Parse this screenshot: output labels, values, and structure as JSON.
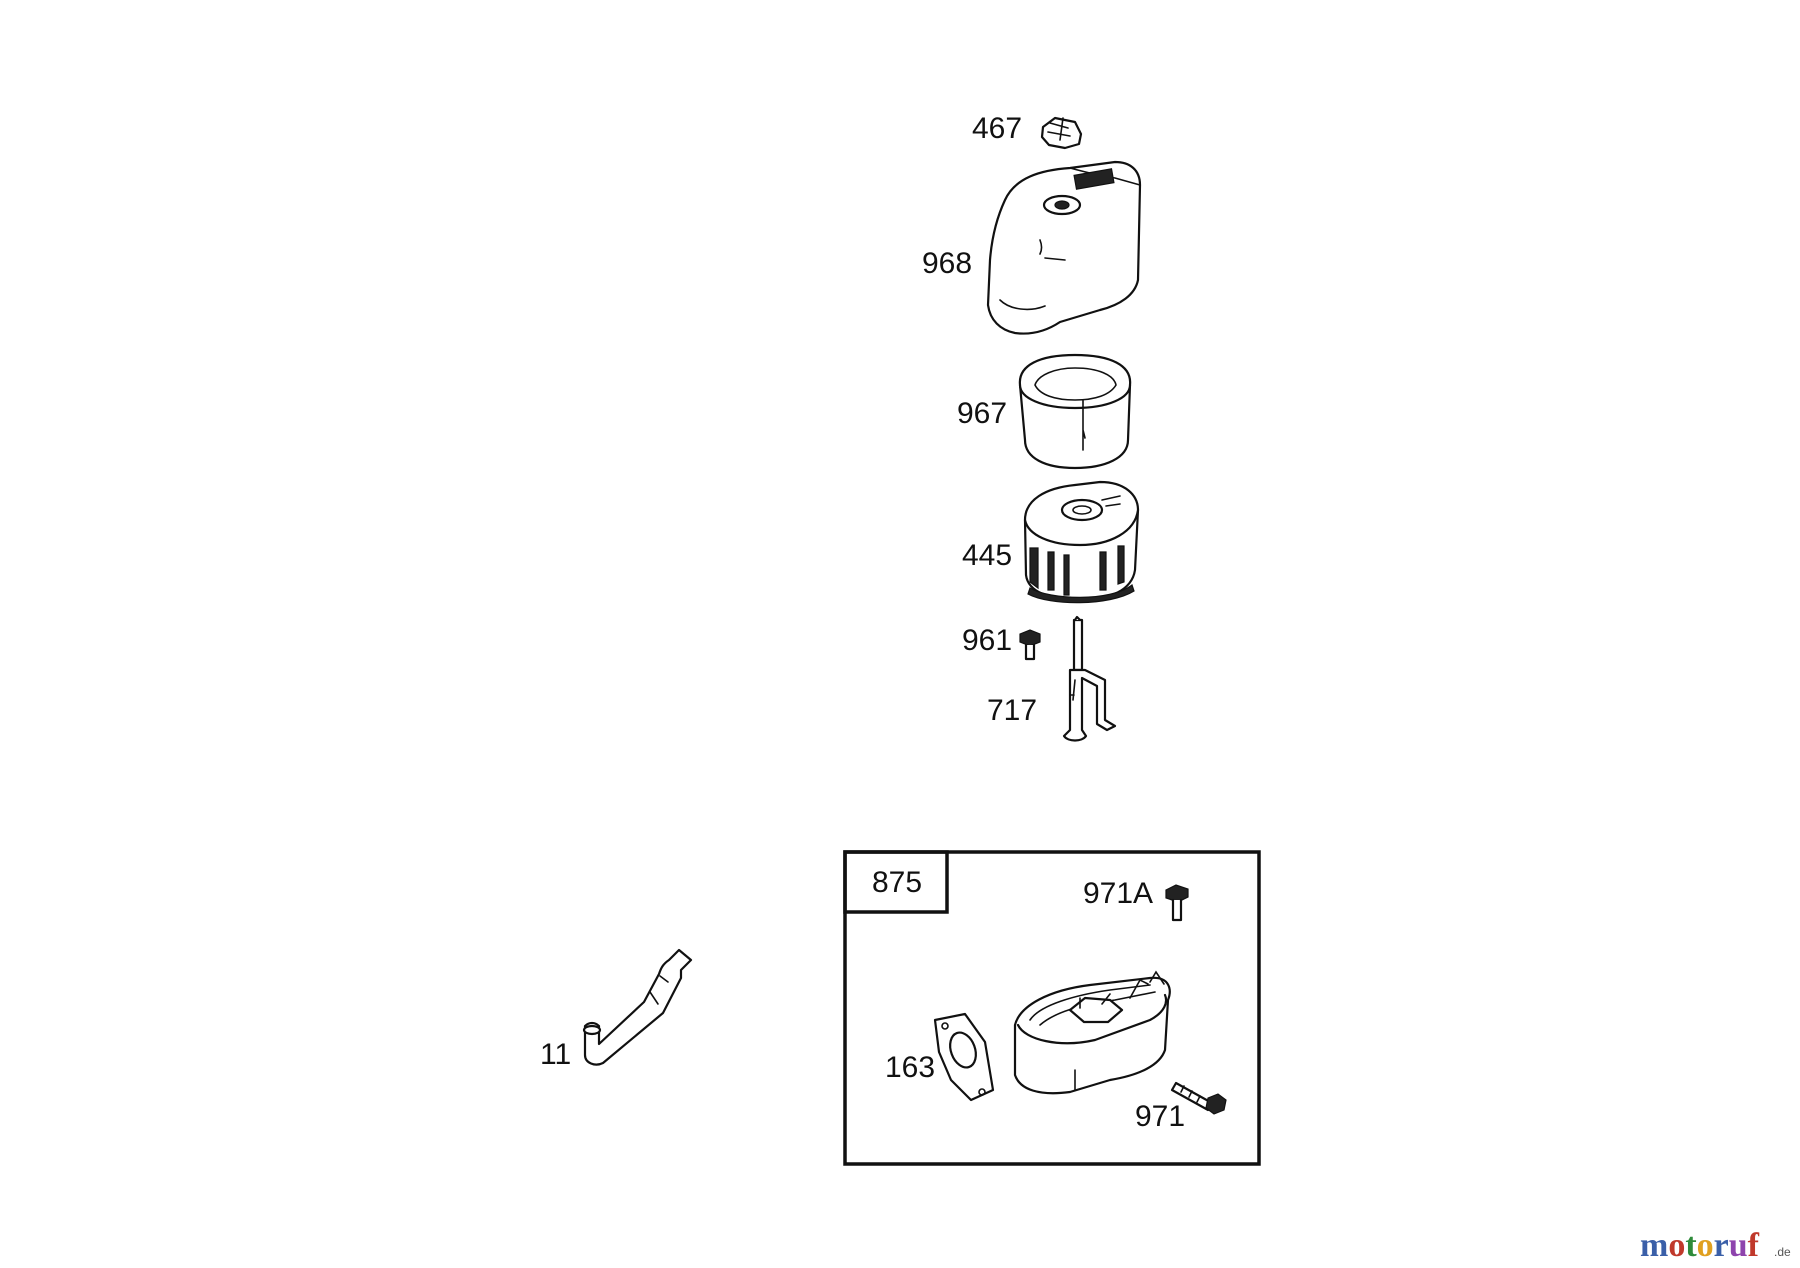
{
  "parts": {
    "p467": "467",
    "p968": "968",
    "p967": "967",
    "p445": "445",
    "p961": "961",
    "p717": "717",
    "p11": "11",
    "p875": "875",
    "p971A": "971A",
    "p163": "163",
    "p971": "971"
  },
  "watermark": {
    "letters": [
      "m",
      "o",
      "t",
      "o",
      "r",
      "u",
      "f"
    ],
    "colors": [
      "#3a5fa8",
      "#c0392b",
      "#2e8b3a",
      "#e0a020",
      "#3a5fa8",
      "#8e44ad",
      "#c0392b"
    ],
    "suffix": ".de"
  }
}
